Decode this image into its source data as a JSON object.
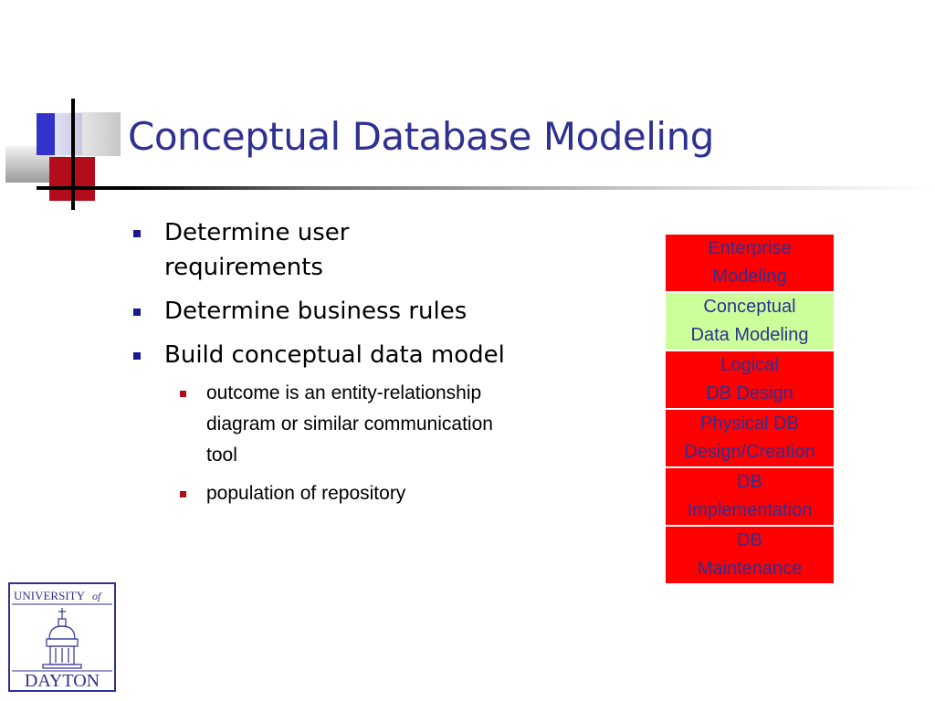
{
  "slide": {
    "title": "Conceptual Database Modeling",
    "bullets": [
      {
        "text": "Determine user requirements"
      },
      {
        "text": "Determine business rules"
      },
      {
        "text": "Build conceptual data model"
      }
    ],
    "sub_bullets": [
      {
        "text": "outcome is an entity-relationship diagram or similar communication tool"
      },
      {
        "text": "population of repository"
      }
    ]
  },
  "stages": [
    {
      "label": "Enterprise\nModeling",
      "color": "#ff0000"
    },
    {
      "label": "Conceptual\nData Modeling",
      "color": "#ccff99"
    },
    {
      "label": "Logical\nDB Design",
      "color": "#ff0000"
    },
    {
      "label": "Physical DB\nDesign/Creation",
      "color": "#ff0000"
    },
    {
      "label": "DB\nImplementation",
      "color": "#ff0000"
    },
    {
      "label": "DB\nMaintenance",
      "color": "#ff0000"
    }
  ],
  "logo": {
    "line1": "UNIVERSITY",
    "of": "of",
    "line2": "DAYTON"
  },
  "colors": {
    "title": "#2e3192",
    "accent_blue": "#3333cc",
    "accent_red": "#b30d1c"
  }
}
